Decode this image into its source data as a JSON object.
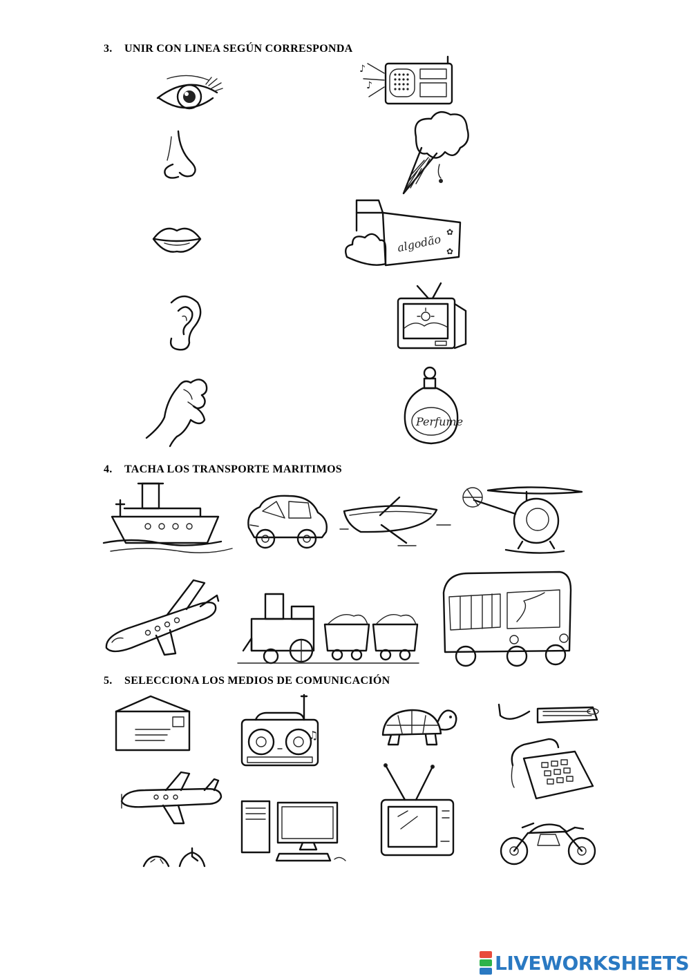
{
  "sections": [
    {
      "number": "3.",
      "title": "UNIR CON LINEA SEGÚN CORRESPONDA"
    },
    {
      "number": "4.",
      "title": "TACHA LOS TRANSPORTE MARITIMOS"
    },
    {
      "number": "5.",
      "title": "SELECCIONA LOS MEDIOS DE COMUNICACIÓN"
    }
  ],
  "section3": {
    "senses": [
      "eye",
      "nose",
      "lips",
      "ear",
      "hand"
    ],
    "objects": [
      "radio",
      "ice-cream",
      "cotton-box",
      "television",
      "perfume"
    ],
    "cotton_label": "algodão",
    "perfume_label": "Perfume"
  },
  "section4": {
    "transports": [
      "ship",
      "car",
      "rowboat",
      "helicopter",
      "airplane",
      "train",
      "bus"
    ]
  },
  "section5": {
    "items": [
      "letter",
      "boombox",
      "turtle",
      "keyboard",
      "airplane",
      "computer",
      "television",
      "telephone",
      "motorcycle",
      "clock"
    ]
  },
  "branding": {
    "name": "LIVEWORKSHEETS",
    "colors": [
      "#e84b3c",
      "#f5b700",
      "#2db34a",
      "#2a79c2"
    ]
  },
  "icons": {
    "eye": "eye-icon",
    "nose": "nose-icon",
    "lips": "lips-icon",
    "ear": "ear-icon",
    "hand": "hand-icon"
  }
}
